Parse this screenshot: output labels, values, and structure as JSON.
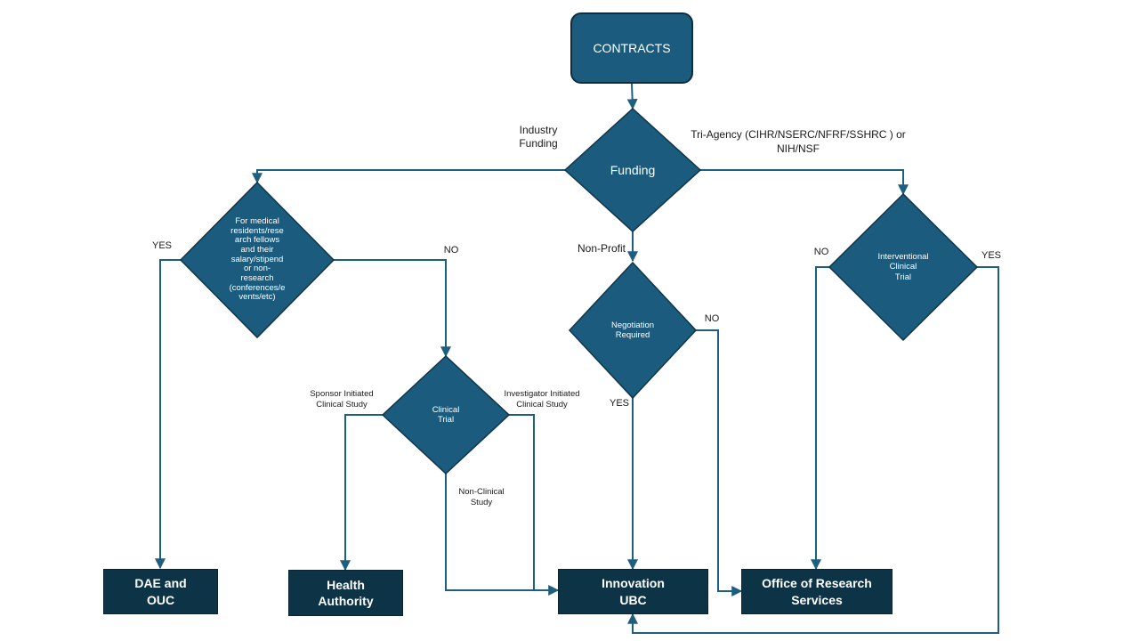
{
  "start": {
    "label": "CONTRACTS"
  },
  "decisions": {
    "funding": "Funding",
    "medical": "For medical\nresidents/rese\narch fellows\nand their\nsalary/stipend\nor  non-\nresearch\n(conferences/e\nvents/etc)",
    "negotiation": "Negotiation\nRequired",
    "interventional": "Interventional\nClinical\nTrial",
    "clinical": "Clinical\nTrial"
  },
  "edge_labels": {
    "industry": "Industry\nFunding",
    "triagency": "Tri-Agency (CIHR/NSERC/NFRF/SSHRC   ) or\nNIH/NSF",
    "nonprofit": "Non-Profit",
    "medical_yes": "YES",
    "medical_no": "NO",
    "negotiation_no": "NO",
    "negotiation_yes": "YES",
    "interventional_no": "NO",
    "interventional_yes": "YES",
    "sponsor": "Sponsor Initiated\nClinical Study",
    "investigator": "Investigator Initiated\nClinical Study",
    "nonclinical": "Non-Clinical\nStudy"
  },
  "outcomes": {
    "dae": "DAE and\nOUC",
    "health": "Health\nAuthority",
    "innovation": "Innovation\nUBC",
    "ors": "Office of Research\nServices"
  },
  "colors": {
    "diamond": "#1b5c7e",
    "line": "#1e5f80",
    "outcome": "#0d3347"
  }
}
